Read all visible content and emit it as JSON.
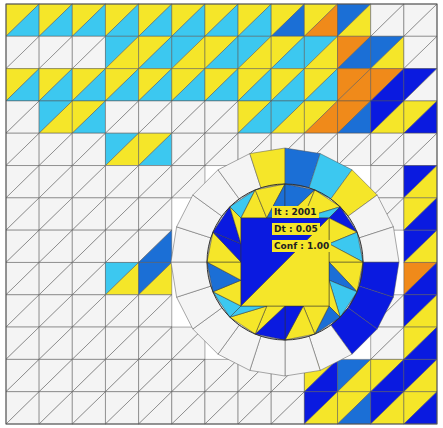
{
  "diagram": {
    "labels": [
      "It : 2001",
      "Dt : 0.05",
      "Conf : 1.00"
    ]
  }
}
